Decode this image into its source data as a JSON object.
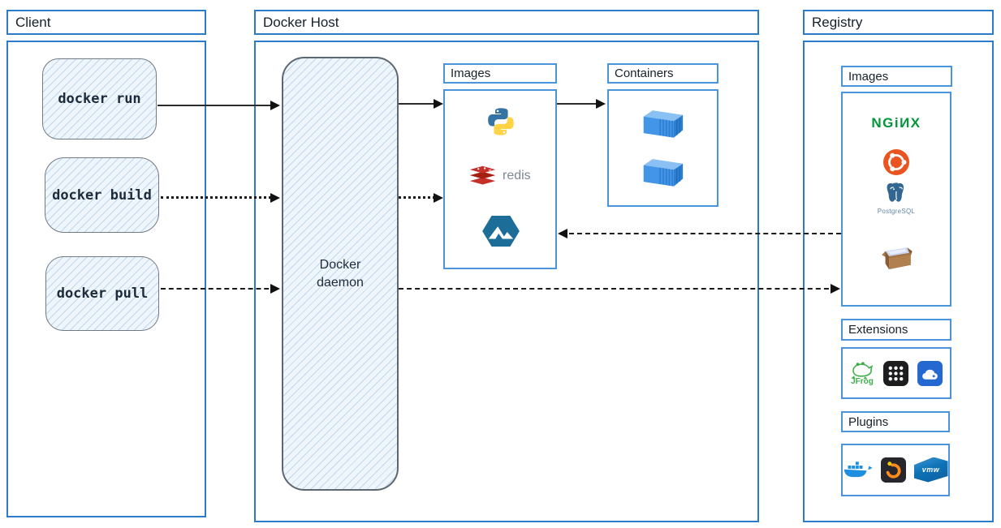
{
  "client": {
    "title": "Client",
    "commands": [
      {
        "label": "docker run",
        "arrow_style": "solid"
      },
      {
        "label": "docker build",
        "arrow_style": "dotted"
      },
      {
        "label": "docker pull",
        "arrow_style": "dashed"
      }
    ]
  },
  "host": {
    "title": "Docker Host",
    "daemon_label": "Docker daemon",
    "images": {
      "title": "Images",
      "items": [
        {
          "icon": "python-icon",
          "label": ""
        },
        {
          "icon": "redis-icon",
          "label": "redis"
        },
        {
          "icon": "alpine-icon",
          "label": ""
        }
      ]
    },
    "containers": {
      "title": "Containers",
      "container_count": 2
    }
  },
  "registry": {
    "title": "Registry",
    "images": {
      "title": "Images",
      "items": [
        {
          "icon": "nginx-icon",
          "label": "NGiИX"
        },
        {
          "icon": "ubuntu-icon",
          "label": ""
        },
        {
          "icon": "postgresql-icon",
          "label": "PostgreSQL"
        },
        {
          "icon": "package-icon",
          "label": ""
        }
      ]
    },
    "extensions": {
      "title": "Extensions",
      "items": [
        {
          "icon": "jfrog-icon",
          "label": "JFrog"
        },
        {
          "icon": "app-grid-icon",
          "label": ""
        },
        {
          "icon": "vm-disk-icon",
          "label": ""
        }
      ]
    },
    "plugins": {
      "title": "Plugins",
      "items": [
        {
          "icon": "docker-whale-icon",
          "label": ""
        },
        {
          "icon": "grafana-icon",
          "label": ""
        },
        {
          "icon": "vmware-icon",
          "label": "vmw"
        }
      ]
    }
  },
  "colors": {
    "section_border": "#2b7bc9",
    "panel_border": "#4a94dc",
    "sketch_fill": "#eef5fb",
    "arrow": "#1a1a1a",
    "nginx_green": "#009639",
    "redis_red": "#c6302b",
    "postgres_blue": "#336791",
    "ubuntu_orange": "#e95420",
    "jfrog_green": "#3fae4a",
    "docker_blue": "#1d8fe1"
  }
}
